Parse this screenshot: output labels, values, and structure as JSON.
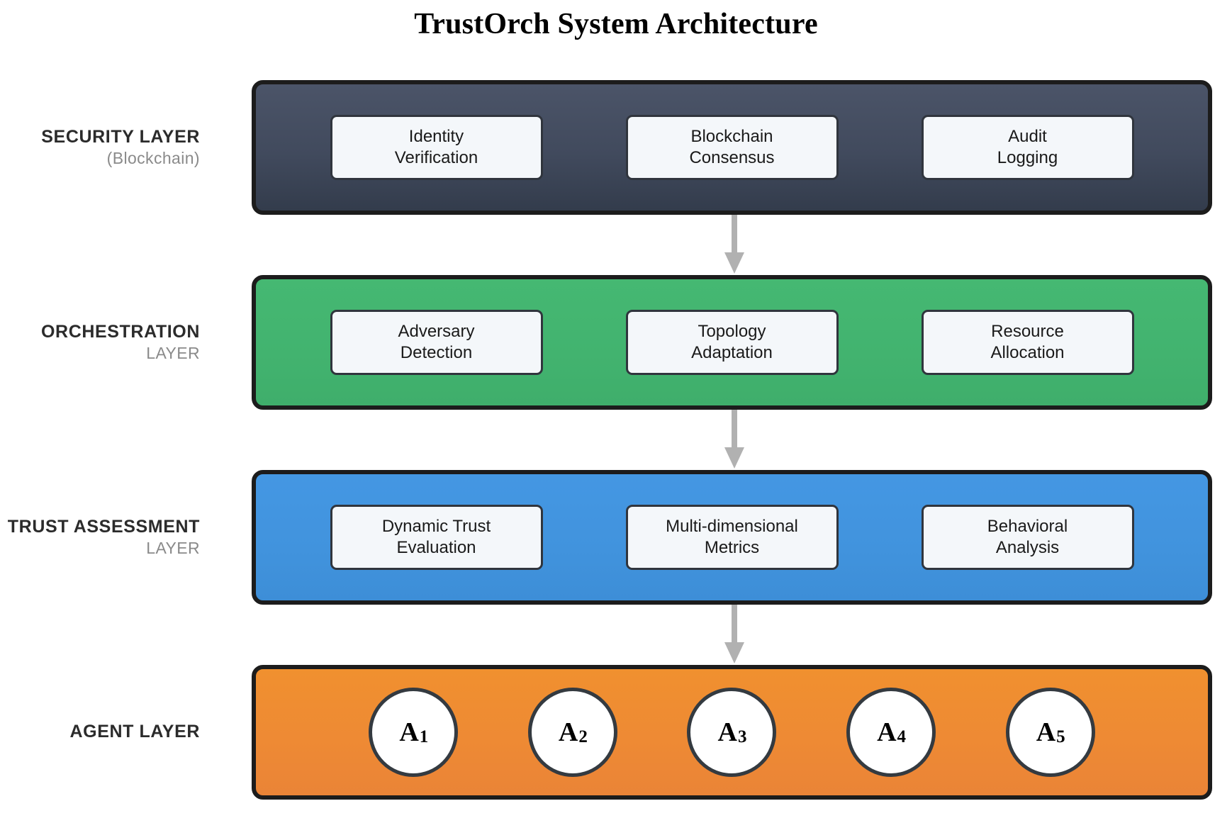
{
  "title": "TrustOrch System Architecture",
  "colors": {
    "security": "#414a5d",
    "orchestration": "#42b36f",
    "trust": "#4193dd",
    "agent": "#ee8a34",
    "module_box": "#f4f7fa",
    "border": "#1c1c1c",
    "arrow": "#b1b1b1",
    "label_main": "#2b2b2b",
    "label_sub": "#8a8a8a"
  },
  "layers": [
    {
      "id": "security",
      "label_main": "SECURITY LAYER",
      "label_sub": "(Blockchain)",
      "modules": [
        "Identity\nVerification",
        "Blockchain\nConsensus",
        "Audit\nLogging"
      ]
    },
    {
      "id": "orchestration",
      "label_main": "ORCHESTRATION",
      "label_sub": "LAYER",
      "modules": [
        "Adversary\nDetection",
        "Topology\nAdaptation",
        "Resource\nAllocation"
      ]
    },
    {
      "id": "trust",
      "label_main": "TRUST ASSESSMENT",
      "label_sub": "LAYER",
      "modules": [
        "Dynamic Trust\nEvaluation",
        "Multi-dimensional\nMetrics",
        "Behavioral\nAnalysis"
      ]
    },
    {
      "id": "agent",
      "label_main": "AGENT LAYER",
      "label_sub": "",
      "agents": [
        {
          "prefix": "A",
          "index": "1"
        },
        {
          "prefix": "A",
          "index": "2"
        },
        {
          "prefix": "A",
          "index": "3"
        },
        {
          "prefix": "A",
          "index": "4"
        },
        {
          "prefix": "A",
          "index": "5"
        }
      ]
    }
  ],
  "connectors": [
    {
      "from": "security",
      "to": "orchestration",
      "direction": "down"
    },
    {
      "from": "orchestration",
      "to": "trust",
      "direction": "down"
    },
    {
      "from": "trust",
      "to": "agent",
      "direction": "down"
    }
  ]
}
